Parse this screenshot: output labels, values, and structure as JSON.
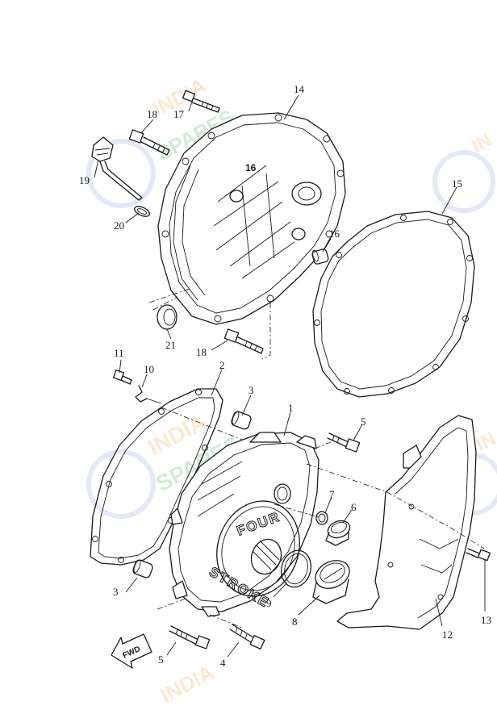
{
  "callouts": [
    {
      "id": "c1",
      "label": "1"
    },
    {
      "id": "c2",
      "label": "2"
    },
    {
      "id": "c3a",
      "label": "3"
    },
    {
      "id": "c3b",
      "label": "3"
    },
    {
      "id": "c4",
      "label": "4"
    },
    {
      "id": "c5a",
      "label": "5"
    },
    {
      "id": "c5b",
      "label": "5"
    },
    {
      "id": "c6",
      "label": "6"
    },
    {
      "id": "c7",
      "label": "7"
    },
    {
      "id": "c8",
      "label": "8"
    },
    {
      "id": "c9",
      "label": "9"
    },
    {
      "id": "c10",
      "label": "10"
    },
    {
      "id": "c11",
      "label": "11"
    },
    {
      "id": "c12",
      "label": "12"
    },
    {
      "id": "c13",
      "label": "13"
    },
    {
      "id": "c14",
      "label": "14"
    },
    {
      "id": "c15",
      "label": "15"
    },
    {
      "id": "c16a",
      "label": "16"
    },
    {
      "id": "c16b",
      "label": "16"
    },
    {
      "id": "c17",
      "label": "17"
    },
    {
      "id": "c18a",
      "label": "18"
    },
    {
      "id": "c18b",
      "label": "18"
    },
    {
      "id": "c19",
      "label": "19"
    },
    {
      "id": "c20",
      "label": "20"
    },
    {
      "id": "c21",
      "label": "21"
    }
  ],
  "embossed_text": {
    "word1": "FOUR",
    "word2": "STROKE"
  },
  "direction_marker": "FWD",
  "watermark": {
    "line1": "INDIA",
    "line2": "SPARES",
    "colors": {
      "orange": "#f0a040",
      "green": "#3da35d",
      "blue": "#4a63c8"
    }
  }
}
